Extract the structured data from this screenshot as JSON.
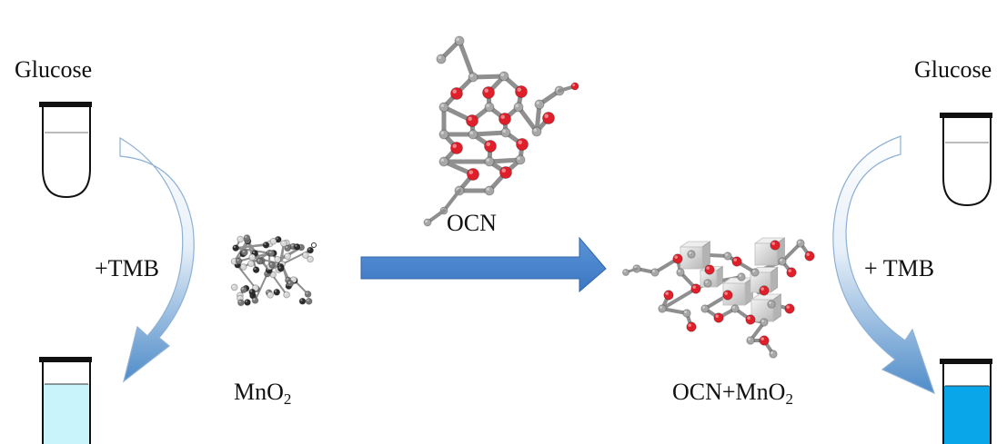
{
  "left": {
    "glucose_label": "Glucose",
    "reagent_label": "+TMB",
    "material_label": "MnO",
    "material_sub": "2",
    "result_color": "#c9f4fb"
  },
  "center": {
    "arrow_label": "OCN",
    "arrow_color": "#4a86d0"
  },
  "right": {
    "glucose_label": "Glucose",
    "reagent_label": "+ TMB",
    "composite_label": "OCN+MnO",
    "composite_sub": "2",
    "result_color": "#0aa6ea"
  },
  "molecule_colors": {
    "oxygen": "#e01f2a",
    "carbon": "#a7a7a7",
    "manganese": "#2b2b2b",
    "cube": "#d5d5d5"
  }
}
